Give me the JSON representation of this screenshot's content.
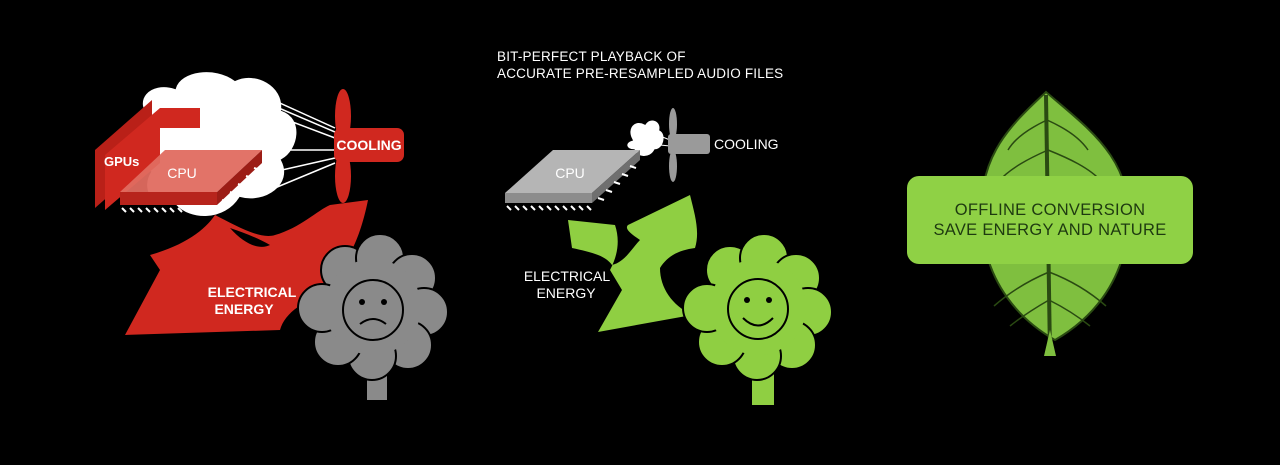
{
  "headline": {
    "line1": "BIT-PERFECT PLAYBACK OF",
    "line2": "ACCURATE PRE-RESAMPLED AUDIO FILES"
  },
  "left_panel": {
    "gpus_label": "GPUs",
    "cpu_label": "CPU",
    "cooling_label": "COOLING",
    "energy_line1": "ELECTRICAL",
    "energy_line2": "ENERGY"
  },
  "middle_panel": {
    "cpu_label": "CPU",
    "cooling_label": "COOLING",
    "energy_line1": "ELECTRICAL",
    "energy_line2": "ENERGY"
  },
  "right_panel": {
    "line1": "OFFLINE CONVERSION",
    "line2": "SAVE ENERGY AND NATURE"
  },
  "colors": {
    "red": "#d0281f",
    "red_light": "#e36b5f",
    "gray_tree": "#8a8a8a",
    "green": "#8fcf42",
    "green_dark": "#5f9a2a",
    "leaf_green": "#7fbf3f",
    "box_green": "#8fd145",
    "chip_gray": "#b5b5b5"
  },
  "icons": {
    "sad_tree": "sad-tree-icon",
    "happy_tree": "happy-tree-icon",
    "leaf": "leaf-icon",
    "fan_red": "fan-icon",
    "fan_gray": "fan-icon",
    "cloud": "heat-cloud-icon"
  }
}
